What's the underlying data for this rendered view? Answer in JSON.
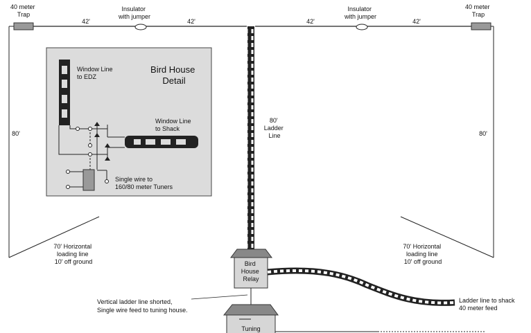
{
  "labels": {
    "trap_left": [
      "40 meter",
      "Trap"
    ],
    "trap_right": [
      "40 meter",
      "Trap"
    ],
    "insulator_left": [
      "Insulator",
      "with jumper"
    ],
    "insulator_right": [
      "Insulator",
      "with jumper"
    ],
    "len_42_a": "42'",
    "len_42_b": "42'",
    "len_42_c": "42'",
    "len_42_d": "42'",
    "len_80_left": "80'",
    "len_80_right": "80'",
    "ladder_center": [
      "80'",
      "Ladder",
      "Line"
    ],
    "loading_left": [
      "70' Horizontal",
      "loading line",
      "10' off ground"
    ],
    "loading_right": [
      "70' Horizontal",
      "loading line",
      "10' off ground"
    ],
    "relay_box": [
      "Bird",
      "House",
      "Relay"
    ],
    "vertical_note": [
      "Vertical ladder line shorted,",
      "Single wire feed to tuning house."
    ],
    "ladder_to_shack": [
      "Ladder line to shack",
      "40 meter feed"
    ],
    "tuning_box": "Tuning"
  },
  "detail": {
    "title": [
      "Bird House",
      "Detail"
    ],
    "window_edz": [
      "Window Line",
      "to EDZ"
    ],
    "window_shack": [
      "Window Line",
      "to Shack"
    ],
    "single_wire": [
      "Single wire to",
      "160/80 meter Tuners"
    ]
  }
}
